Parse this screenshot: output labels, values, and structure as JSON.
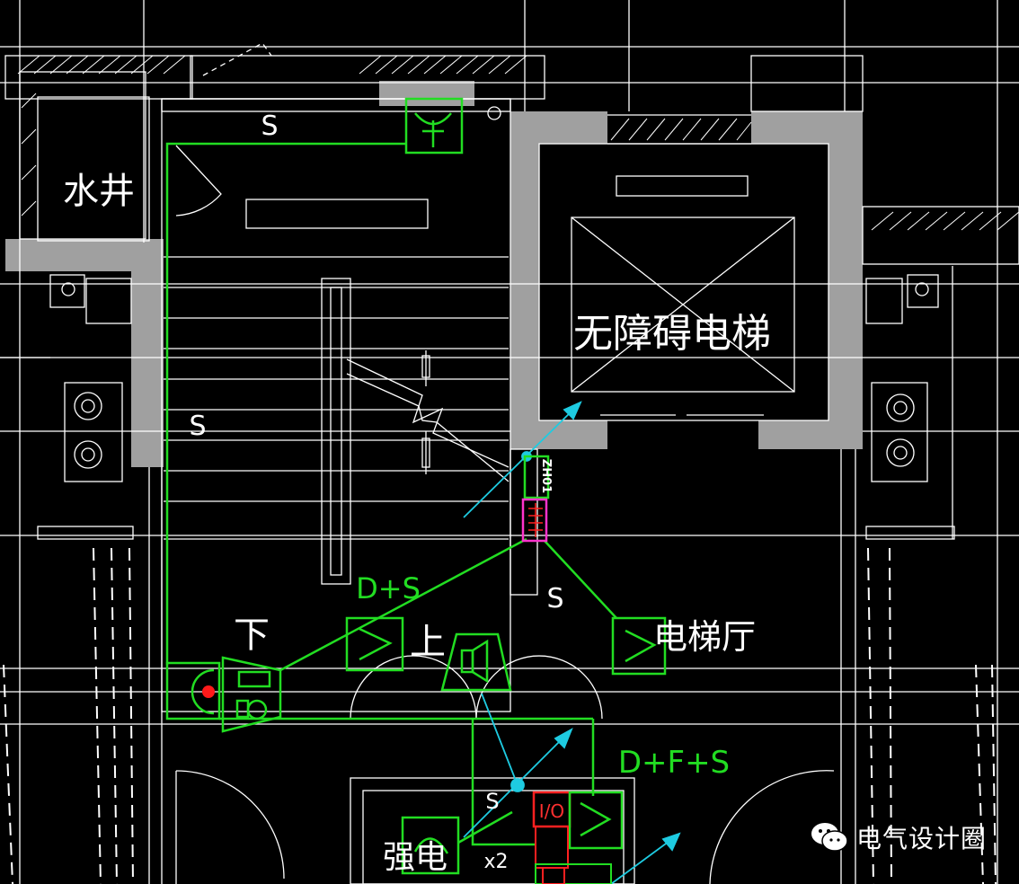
{
  "labels": {
    "water_well": "水井",
    "elevator": "无障碍电梯",
    "elevator_hall": "电梯厅",
    "down": "下",
    "up": "上",
    "strong_current": "强电",
    "cable_ds": "D+S",
    "cable_dfs": "D+F+S",
    "s_top": "S",
    "s_left": "S",
    "s_mid": "S",
    "s_bottom": "S",
    "cabinet_code": "ZH01",
    "io_module": "I/O",
    "x2": "x2"
  },
  "watermark": {
    "text": "电气设计圈",
    "icon": "wechat-icon"
  },
  "colors": {
    "background": "#000000",
    "wall_fill": "#a0a0a0",
    "drawing_lines": "#ffffff",
    "fire_wiring": "#22dd22",
    "arrows": "#1ecbe1",
    "module": "#ff2020",
    "panel": "#ff33cc"
  }
}
